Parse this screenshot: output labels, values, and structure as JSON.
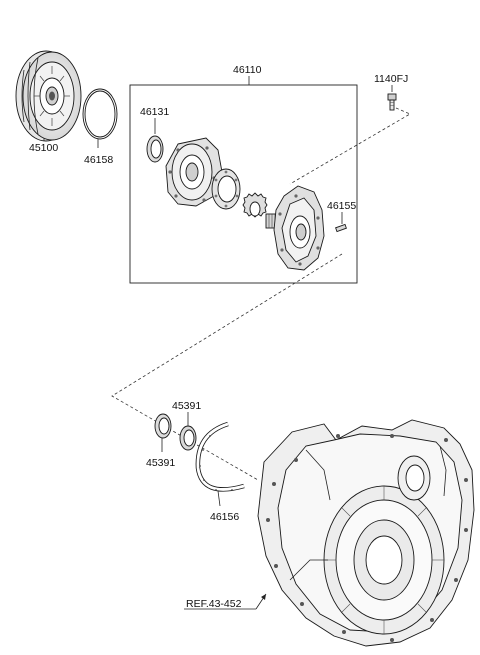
{
  "diagram": {
    "labels": {
      "torque_converter": "45100",
      "oring": "46158",
      "oil_pump_assembly": "46110",
      "oil_seal": "46131",
      "bolt": "1140FJ",
      "pin": "46155",
      "washer_upper": "45391",
      "washer_lower": "45391",
      "retaining_ring": "46156",
      "case_reference": "REF.43-452"
    }
  }
}
